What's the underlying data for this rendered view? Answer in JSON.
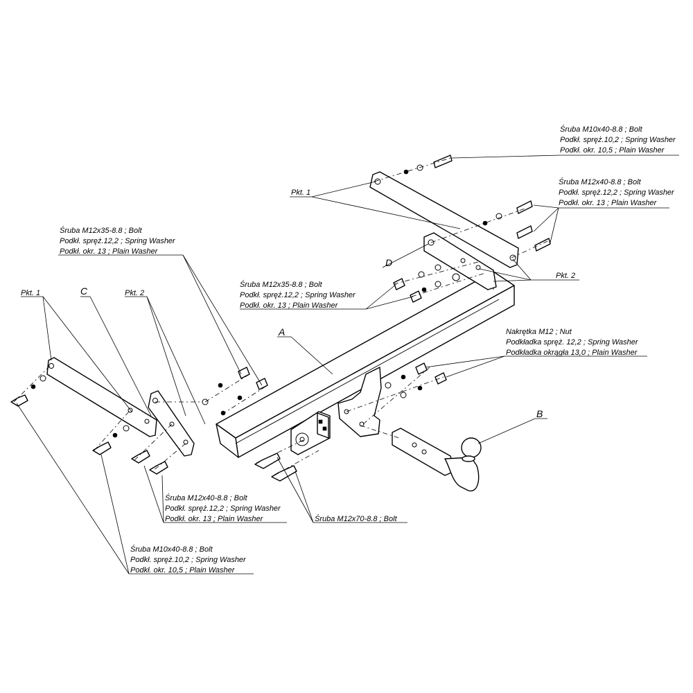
{
  "parts": {
    "A": "A",
    "B": "B",
    "C": "C",
    "D": "D"
  },
  "callouts": {
    "top_right_1": {
      "line1": "Śruba M10x40-8.8 ;  Bolt",
      "line2": "Podkł. spręż.10,2 ; Spring Washer",
      "line3": "Podkł. okr. 10,5 ; Plain Washer"
    },
    "top_right_2": {
      "line1": "Śruba M12x40-8.8 ;  Bolt",
      "line2": "Podkł. spręż.12,2 ; Spring Washer",
      "line3": "Podkł. okr. 13 ; Plain Washer"
    },
    "pkt1_right": "Pkt. 1",
    "pkt2_right": "Pkt. 2",
    "left_top": {
      "line1": "Śruba M12x35-8.8 ;  Bolt",
      "line2": "Podkł. spręż.12,2 ; Spring Washer",
      "line3": "Podkł. okr. 13 ; Plain Washer"
    },
    "center": {
      "line1": "Śruba M12x35-8.8 ;  Bolt",
      "line2": "Podkł. spręż.12,2 ; Spring Washer",
      "line3": "Podkł. okr. 13 ; Plain Washer"
    },
    "pkt1_left": "Pkt. 1",
    "pkt2_left": "Pkt. 2",
    "nut": {
      "line1": "Nakrętka  M12 ; Nut",
      "line2": "Podkładka spręż. 12,2 ; Spring Washer",
      "line3": "Podkładka okrągła 13,0 ;  Plain Washer"
    },
    "bottom_mid": {
      "line1": "Śruba M12x40-8.8 ;  Bolt",
      "line2": "Podkł. spręż.12,2 ; Spring Washer",
      "line3": "Podkł. okr. 13 ; Plain Washer"
    },
    "bottom_left": {
      "line1": "Śruba M10x40-8.8 ;  Bolt",
      "line2": "Podkł. spręż.10,2 ; Spring Washer",
      "line3": "Podkł. okr. 10,5 ; Plain Washer"
    },
    "bottom_bolt": "Śruba M12x70-8.8 ;  Bolt"
  }
}
